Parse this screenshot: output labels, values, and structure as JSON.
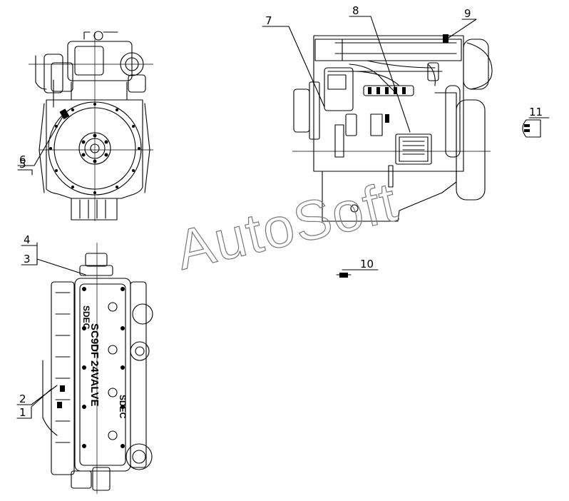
{
  "callouts": [
    {
      "id": "1",
      "label": "1"
    },
    {
      "id": "2",
      "label": "2"
    },
    {
      "id": "3",
      "label": "3"
    },
    {
      "id": "4",
      "label": "4"
    },
    {
      "id": "5",
      "label": "5"
    },
    {
      "id": "6",
      "label": "6"
    },
    {
      "id": "7",
      "label": "7"
    },
    {
      "id": "8",
      "label": "8"
    },
    {
      "id": "9",
      "label": "9"
    },
    {
      "id": "10",
      "label": "10"
    },
    {
      "id": "11",
      "label": "11"
    }
  ],
  "watermark": {
    "text": "AutoSoft"
  },
  "engine_labels": {
    "model": "SC9DF",
    "valve": "24VALVE",
    "brand_top": "SDEC",
    "brand_side": "SDEC"
  }
}
